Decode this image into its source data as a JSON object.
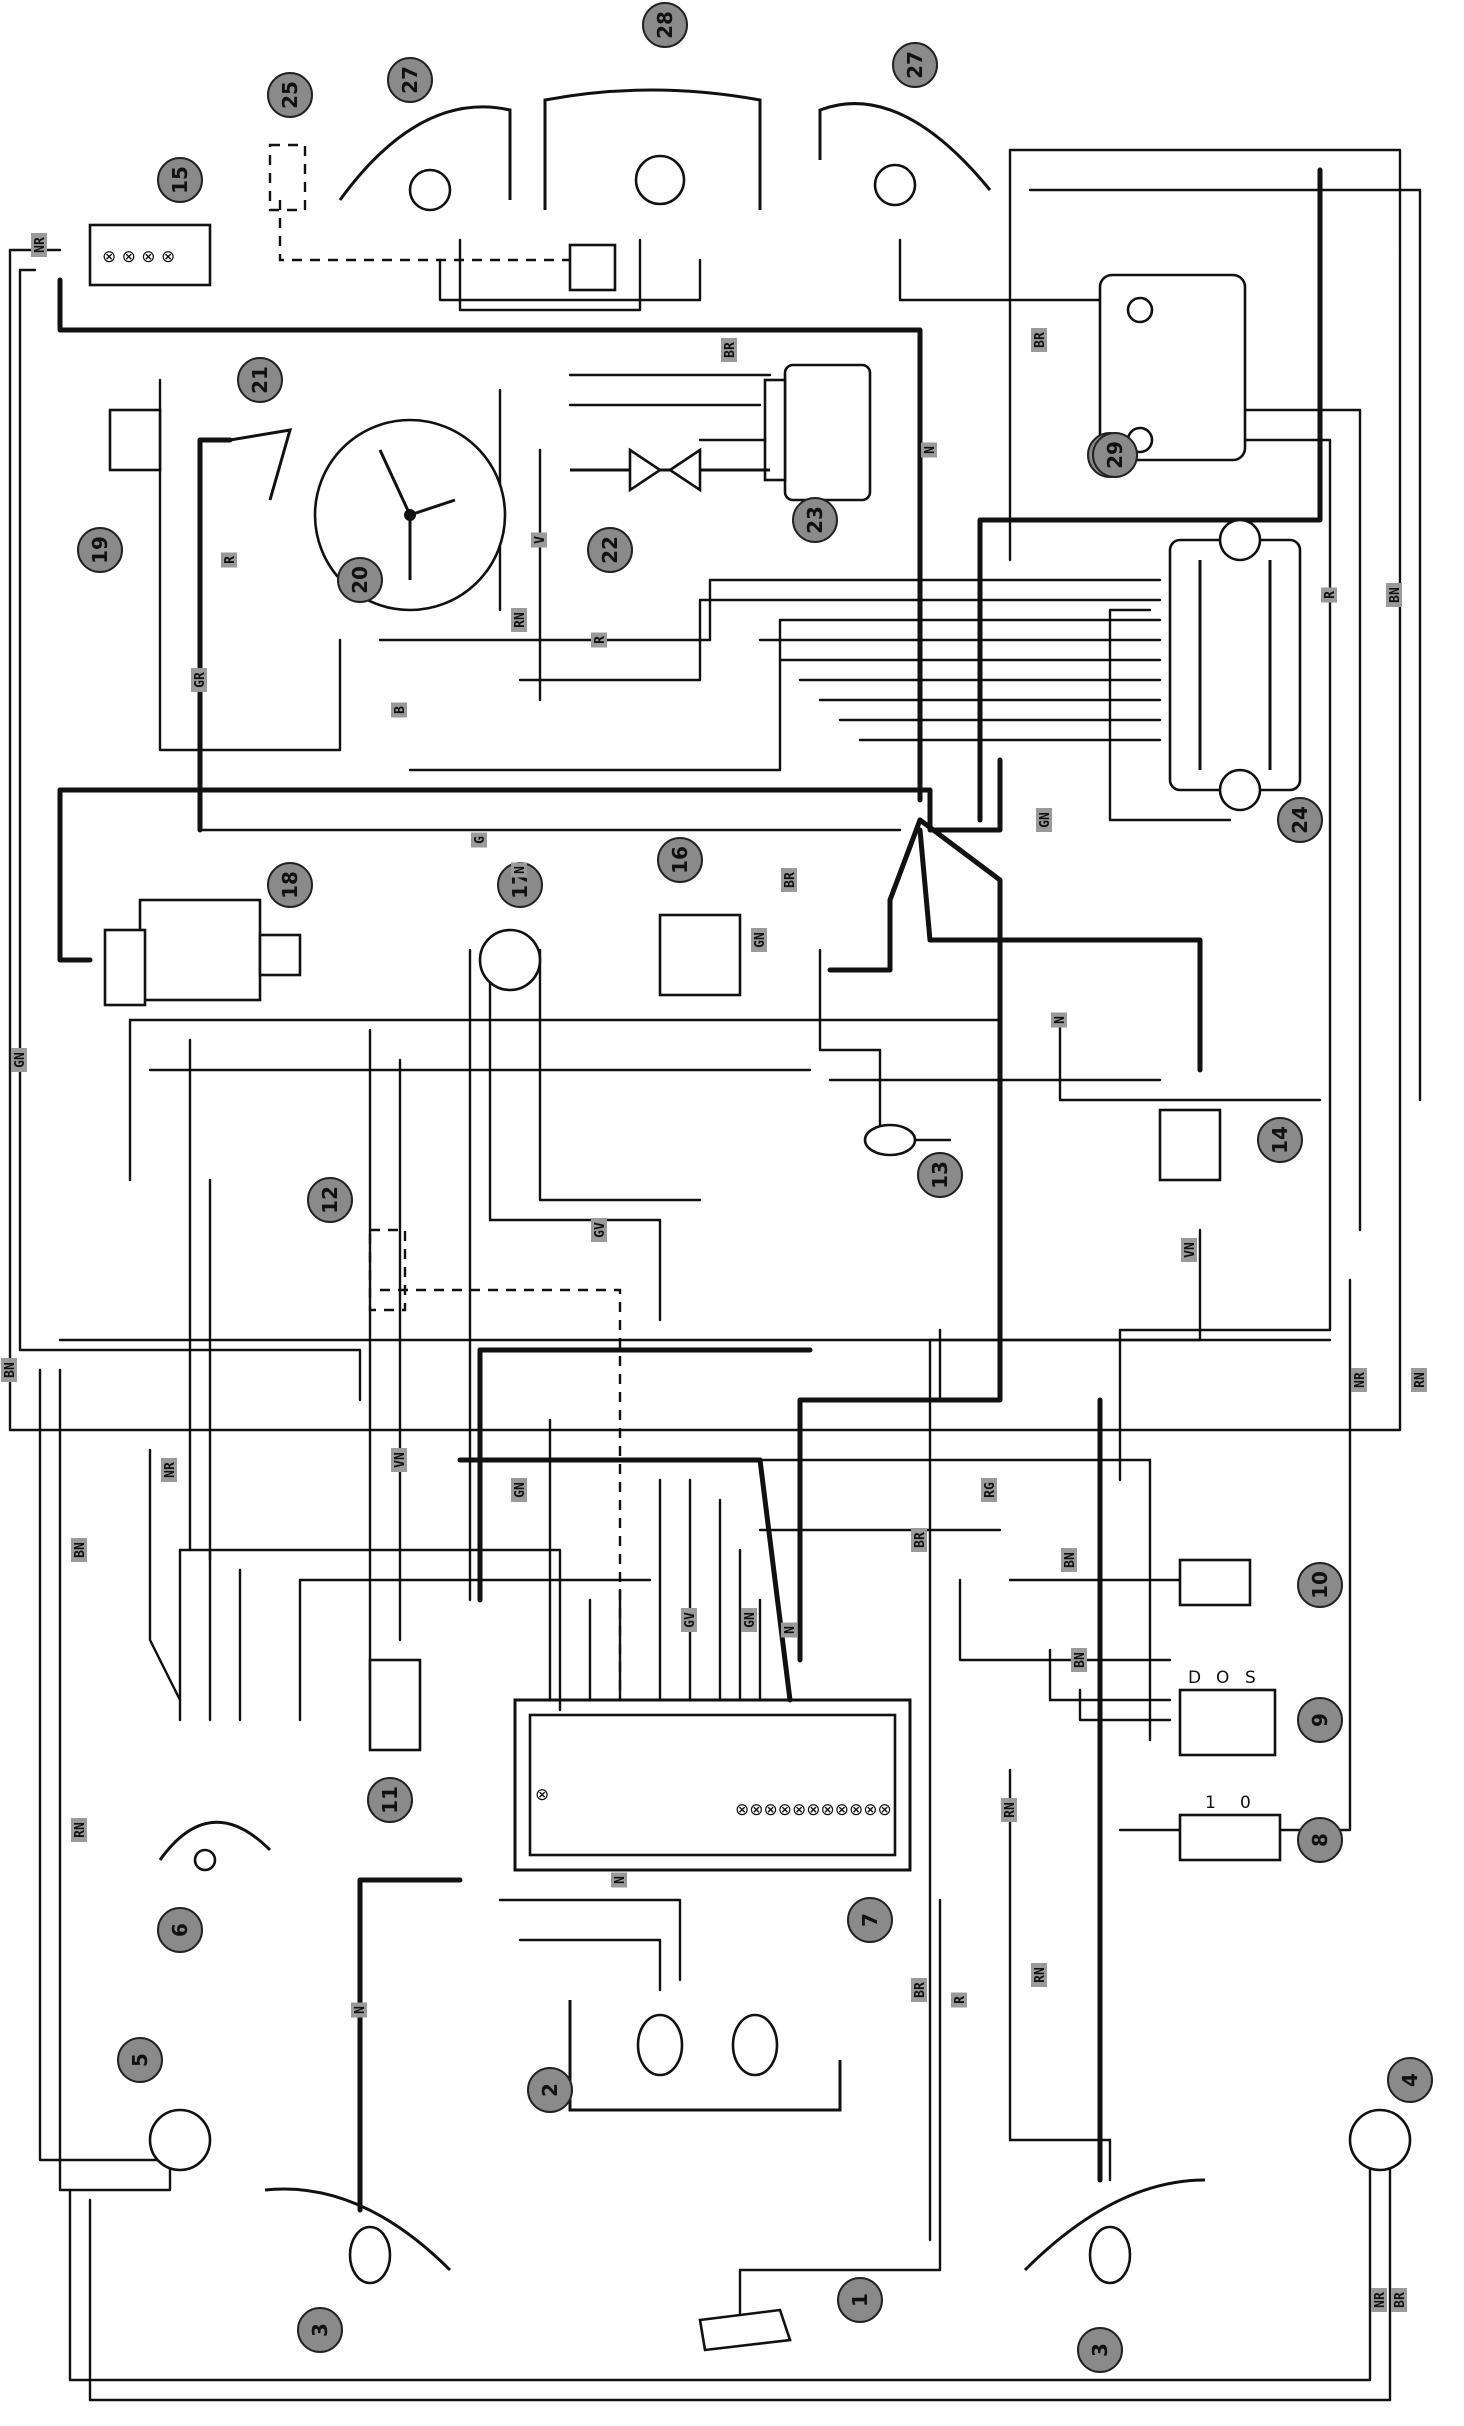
{
  "components": [
    {
      "id": "c1",
      "number": "1"
    },
    {
      "id": "c2",
      "number": "2"
    },
    {
      "id": "c3a",
      "number": "3"
    },
    {
      "id": "c3b",
      "number": "3"
    },
    {
      "id": "c4",
      "number": "4"
    },
    {
      "id": "c5",
      "number": "5"
    },
    {
      "id": "c6",
      "number": "6"
    },
    {
      "id": "c7",
      "number": "7"
    },
    {
      "id": "c8",
      "number": "8"
    },
    {
      "id": "c9",
      "number": "9"
    },
    {
      "id": "c10",
      "number": "10"
    },
    {
      "id": "c11",
      "number": "11"
    },
    {
      "id": "c12",
      "number": "12"
    },
    {
      "id": "c13",
      "number": "13"
    },
    {
      "id": "c14",
      "number": "14"
    },
    {
      "id": "c15",
      "number": "15"
    },
    {
      "id": "c16",
      "number": "16"
    },
    {
      "id": "c17",
      "number": "17"
    },
    {
      "id": "c18",
      "number": "18"
    },
    {
      "id": "c19",
      "number": "19"
    },
    {
      "id": "c20",
      "number": "20"
    },
    {
      "id": "c21",
      "number": "21"
    },
    {
      "id": "c22",
      "number": "22"
    },
    {
      "id": "c23",
      "number": "23"
    },
    {
      "id": "c24",
      "number": "24"
    },
    {
      "id": "c25",
      "number": "25"
    },
    {
      "id": "c26",
      "number": "26"
    },
    {
      "id": "c27a",
      "number": "27"
    },
    {
      "id": "c27b",
      "number": "27"
    },
    {
      "id": "c28",
      "number": "28"
    },
    {
      "id": "c29",
      "number": "29"
    }
  ],
  "wire_labels": {
    "w01": "NR",
    "w02": "BR",
    "w03": "GN",
    "w04": "BN",
    "w05": "GN",
    "w06": "BN",
    "w07": "BR",
    "w08": "RN",
    "w09": "R",
    "w10": "R",
    "w11": "GR",
    "w12": "N",
    "w13": "B",
    "w14": "V",
    "w15": "N",
    "w16": "R",
    "w17": "GN",
    "w18": "BR",
    "w19": "VN",
    "w20": "RN",
    "w21": "RG",
    "w22": "BN",
    "w23": "RN",
    "w24": "N",
    "w25": "BR",
    "w26": "R",
    "w27": "NR",
    "w28": "BR",
    "w29": "RN",
    "w30": "GV",
    "w31": "GN",
    "w32": "BR",
    "w33": "N",
    "w34": "BN",
    "w35": "VN",
    "w36": "N",
    "w37": "G",
    "w38": "N",
    "w39": "BN",
    "w40": "RN",
    "w41": "NR",
    "w42": "GV",
    "w43": "GN",
    "w44": "NR"
  },
  "switch_positions": {
    "s9": [
      "D",
      "O",
      "S"
    ],
    "s8": [
      "1",
      "0"
    ]
  }
}
